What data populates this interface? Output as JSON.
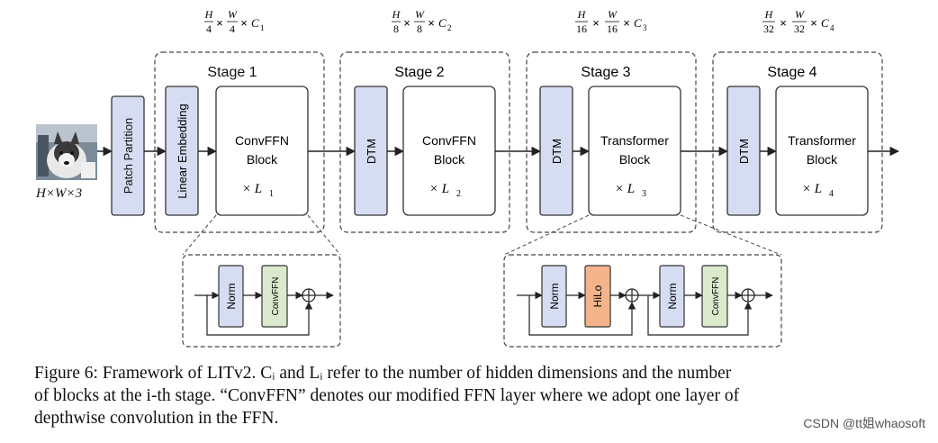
{
  "input": {
    "label": "H×W×3"
  },
  "patch_partition": {
    "label": "Patch Partition"
  },
  "stages": [
    {
      "title": "Stage 1",
      "dim": {
        "hnum": "H",
        "hden": "4",
        "wnum": "W",
        "wden": "4",
        "c": "C",
        "csub": "1"
      },
      "first": "Linear Embedding",
      "block": [
        "ConvFFN",
        "Block"
      ],
      "repeat": "× L",
      "rsub": "1"
    },
    {
      "title": "Stage 2",
      "dim": {
        "hnum": "H",
        "hden": "8",
        "wnum": "W",
        "wden": "8",
        "c": "C",
        "csub": "2"
      },
      "first": "DTM",
      "block": [
        "ConvFFN",
        "Block"
      ],
      "repeat": "× L",
      "rsub": "2"
    },
    {
      "title": "Stage 3",
      "dim": {
        "hnum": "H",
        "hden": "16",
        "wnum": "W",
        "wden": "16",
        "c": "C",
        "csub": "3"
      },
      "first": "DTM",
      "block": [
        "Transformer",
        "Block"
      ],
      "repeat": "× L",
      "rsub": "3"
    },
    {
      "title": "Stage 4",
      "dim": {
        "hnum": "H",
        "hden": "32",
        "wnum": "W",
        "wden": "32",
        "c": "C",
        "csub": "4"
      },
      "first": "DTM",
      "block": [
        "Transformer",
        "Block"
      ],
      "repeat": "× L",
      "rsub": "4"
    }
  ],
  "detail_convffn": {
    "norm": "Norm",
    "convffn": "ConvFFN"
  },
  "detail_transformer": {
    "norm1": "Norm",
    "hilo": "HiLo",
    "norm2": "Norm",
    "convffn": "ConvFFN"
  },
  "colors": {
    "blue": "#d6dcf1",
    "green": "#dbe9cd",
    "orange": "#f4b48b",
    "border": "#333333"
  },
  "caption": {
    "line1": "Figure 6: Framework of LITv2. Cᵢ and Lᵢ refer to the number of hidden dimensions and the number",
    "line2": "of blocks at the i-th stage. “ConvFFN” denotes our modified FFN layer where we adopt one layer of",
    "line3": "depthwise convolution in the FFN."
  },
  "watermark": "CSDN @tt姐whaosoft"
}
